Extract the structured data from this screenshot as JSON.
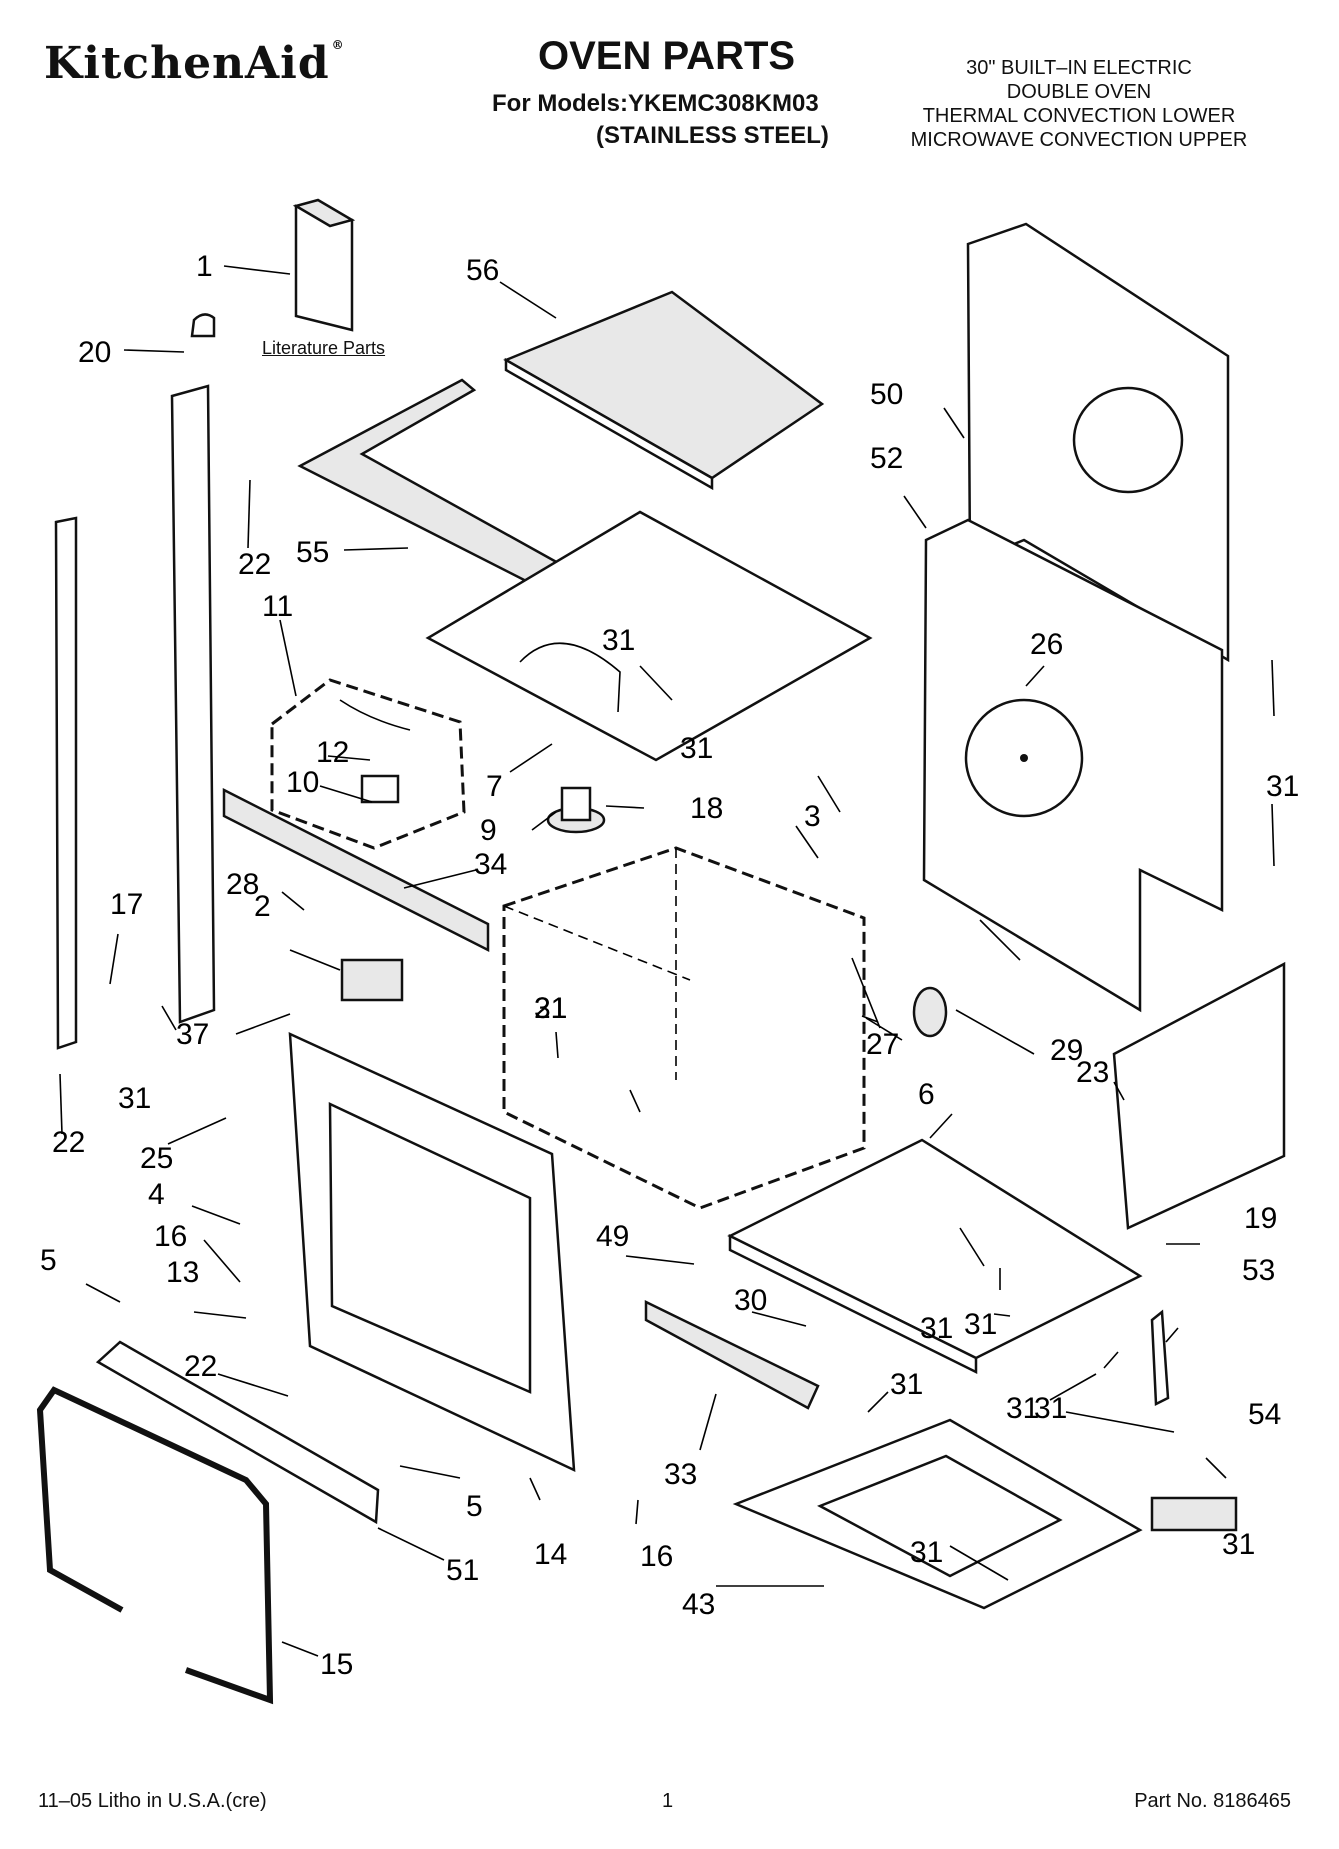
{
  "header": {
    "brand": "KitchenAid",
    "title": "OVEN PARTS",
    "models_line": "For Models:YKEMC308KM03",
    "finish_line": "(STAINLESS STEEL)",
    "description": [
      "30\" BUILT–IN ELECTRIC",
      "DOUBLE OVEN",
      "THERMAL CONVECTION LOWER",
      "MICROWAVE CONVECTION UPPER"
    ]
  },
  "literature_label": "Literature Parts",
  "callouts": [
    "1",
    "56",
    "20",
    "50",
    "52",
    "22",
    "55",
    "11",
    "31",
    "26",
    "12",
    "10",
    "7",
    "31",
    "18",
    "3",
    "9",
    "31",
    "34",
    "28",
    "17",
    "2",
    "31",
    "27",
    "29",
    "37",
    "31",
    "21",
    "23",
    "22",
    "25",
    "6",
    "4",
    "19",
    "16",
    "49",
    "31",
    "5",
    "13",
    "30",
    "31",
    "53",
    "22",
    "31",
    "31",
    "54",
    "5",
    "33",
    "51",
    "14",
    "16",
    "31",
    "43",
    "15",
    "31",
    "31"
  ],
  "footer": {
    "litho": "11–05 Litho in U.S.A.(cre)",
    "page": "1",
    "part_no": "Part No. 8186465"
  }
}
